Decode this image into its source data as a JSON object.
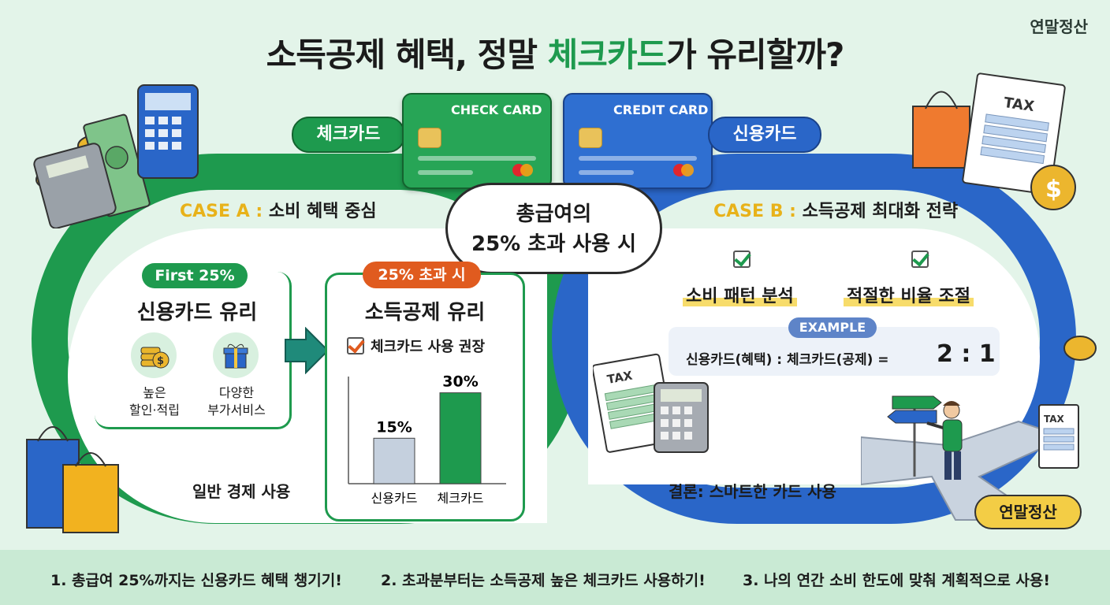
{
  "brand": "연말정산",
  "title": {
    "prefix": "소득공제 혜택, 정말 ",
    "highlight": "체크카드",
    "suffix": "가 유리할까?"
  },
  "cards": {
    "check": {
      "tag": "체크카드",
      "label": "CHECK CARD"
    },
    "credit": {
      "tag": "신용카드",
      "label": "CREDIT CARD"
    }
  },
  "center": {
    "line1": "총급여의",
    "line2": "25% 초과 사용 시"
  },
  "caseA": {
    "label_prefix": "CASE A :",
    "label_text": " 소비 혜택 중심",
    "first_pill": "First 25%",
    "first_title": "신용카드 유리",
    "benefit1": [
      "높은",
      "할인·적립"
    ],
    "benefit2": [
      "다양한",
      "부가서비스"
    ],
    "over_pill": "25% 초과 시",
    "over_title": "소득공제 유리",
    "over_check": "체크카드 사용 권장",
    "bottom": "일반 경제 사용"
  },
  "chart_data": {
    "type": "bar",
    "categories": [
      "신용카드",
      "체크카드"
    ],
    "values": [
      15,
      30
    ],
    "value_labels": [
      "15%",
      "30%"
    ],
    "colors": [
      "#c5d0de",
      "#1e9a4e"
    ],
    "ylim": [
      0,
      35
    ]
  },
  "caseB": {
    "label_prefix": "CASE B :",
    "label_text": " 소득공제 최대화 전략",
    "check1": "소비 패턴 분석",
    "check2": "적절한 비율 조절",
    "example_pill": "EXAMPLE",
    "example_left": "신용카드(혜택) : 체크카드(공제) =",
    "example_ratio": "2 : 1",
    "conclusion": "결론: 스마트한 카드 사용",
    "badge": "연말정산"
  },
  "deco": {
    "tax": "TAX"
  },
  "footer": [
    "1. 총급여 25%까지는 신용카드 혜택 챙기기!",
    "2. 초과분부터는 소득공제 높은 체크카드 사용하기!",
    "3. 나의 연간 소비 한도에 맞춰 계획적으로 사용!"
  ],
  "colors": {
    "green": "#1e9a4e",
    "blue": "#2a66c8",
    "orange": "#e05b1f",
    "yellow": "#f7dc6b"
  }
}
